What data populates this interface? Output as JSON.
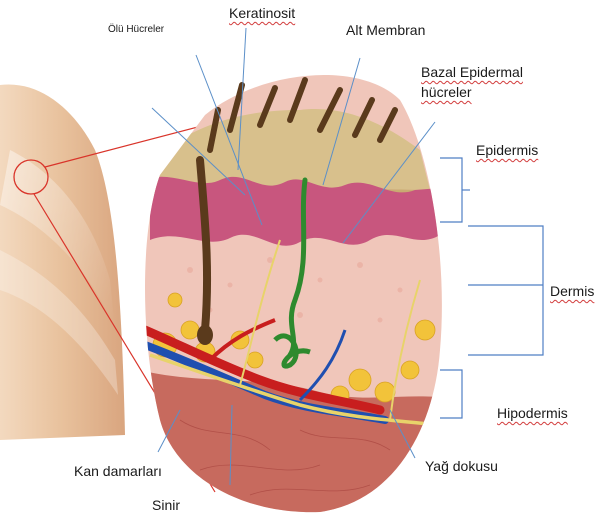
{
  "labels": {
    "dead_cells": "Ölü Hücreler",
    "keratinocyte": "Keratinosit",
    "basement_membrane": "Alt Membran",
    "basal_cells_line1": "Bazal Epidermal",
    "basal_cells_line2": "hücreler",
    "epidermis": "Epidermis",
    "dermis": "Dermis",
    "hypodermis": "Hipodermis",
    "blood_vessels": "Kan damarları",
    "nerve": "Sinir",
    "fat_tissue": "Yağ dokusu"
  },
  "colors": {
    "skin_surface": "#d8c08c",
    "epidermis_pink": "#c8567e",
    "dermis_pink": "#f0c6ba",
    "hypodermis_red": "#c76a5e",
    "fat_yellow": "#f2c33a",
    "vessel_red": "#c81e1e",
    "vessel_blue": "#1f4fb0",
    "hair_brown": "#5a3a1c",
    "gland_green": "#2e8a2e",
    "leader_blue": "#5b8fc8",
    "bracket_blue": "#4f7fc4",
    "zoom_red": "#d9342a",
    "arm_skin": "#e6c4a2"
  }
}
